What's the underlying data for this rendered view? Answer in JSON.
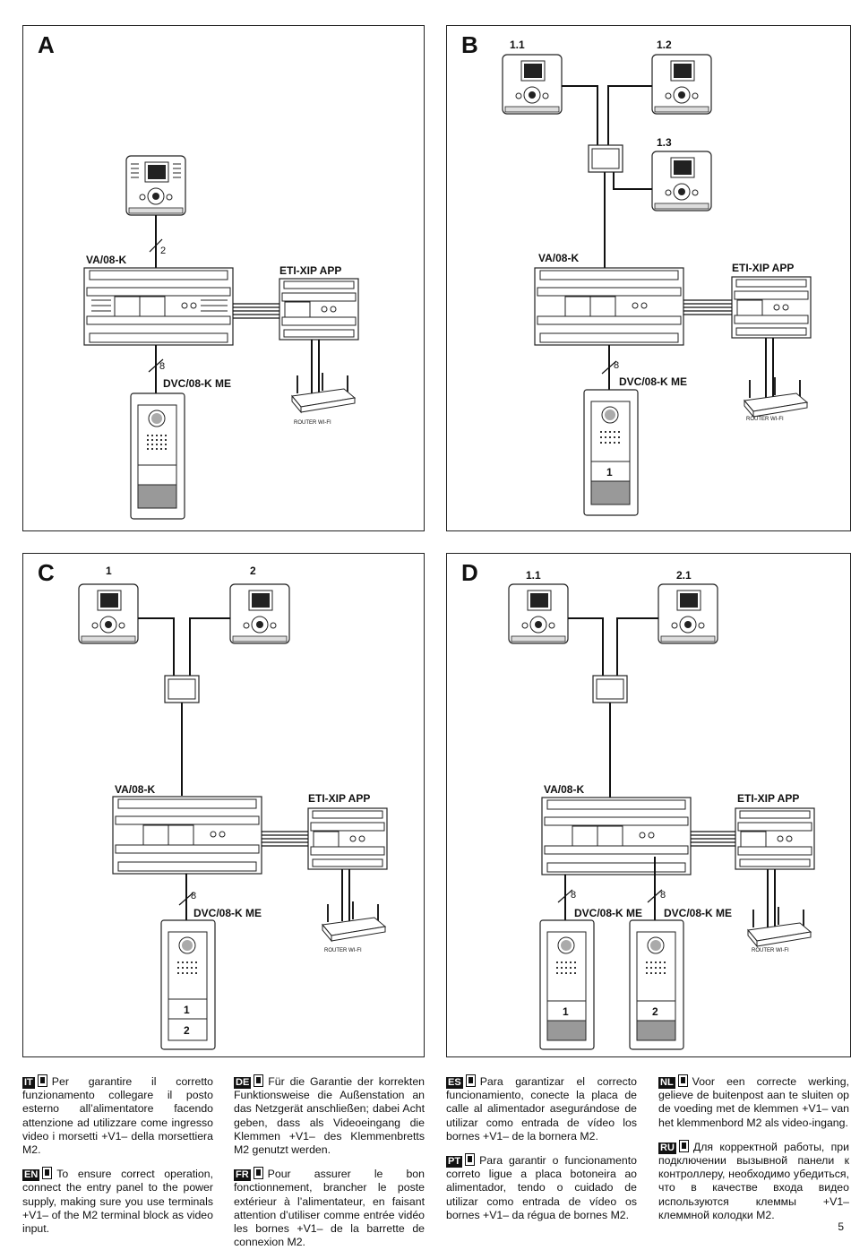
{
  "panels": {
    "A": {
      "title": "A",
      "va": "VA/08-K",
      "eti": "ETI-XIP APP",
      "router": "ROUTER WI-FI",
      "dvc": "DVC/08-K ME",
      "wires_monitor": "2",
      "wires_panel": "8"
    },
    "B": {
      "title": "B",
      "va": "VA/08-K",
      "eti": "ETI-XIP APP",
      "router": "ROUTER WI-FI",
      "dvc": "DVC/08-K ME",
      "wires_panel": "8",
      "monitors": [
        "1.1",
        "1.2",
        "1.3"
      ],
      "buttons": [
        "1"
      ]
    },
    "C": {
      "title": "C",
      "va": "VA/08-K",
      "eti": "ETI-XIP APP",
      "router": "ROUTER WI-FI",
      "dvc": "DVC/08-K ME",
      "wires_panel": "8",
      "monitors": [
        "1",
        "2"
      ],
      "buttons": [
        "1",
        "2"
      ]
    },
    "D": {
      "title": "D",
      "va": "VA/08-K",
      "eti": "ETI-XIP APP",
      "router": "ROUTER WI-FI",
      "dvc1": "DVC/08-K ME",
      "dvc2": "DVC/08-K ME",
      "wires_panel1": "8",
      "wires_panel2": "8",
      "monitors": [
        "1.1",
        "2.1"
      ],
      "buttons": [
        "1",
        "2"
      ]
    }
  },
  "text": {
    "it": {
      "code": "IT",
      "body": "Per garantire il corretto funzionamento collegare il posto esterno all’alimentatore facendo attenzione ad utilizzare come ingresso video i morsetti +V1– della morsettiera M2."
    },
    "en": {
      "code": "EN",
      "body": "To ensure correct operation, connect the entry panel to the power supply, making sure you use terminals +V1– of the M2 terminal block as video input."
    },
    "de": {
      "code": "DE",
      "body": "Für die Garantie der korrekten Funktionsweise die Außenstation an das Netzgerät anschließen; dabei Acht geben, dass als Videoeingang die Klemmen +V1– des Klemmenbretts M2 genutzt werden."
    },
    "fr": {
      "code": "FR",
      "body": "Pour assurer le bon fonctionnement, brancher le poste extérieur à l’alimentateur, en faisant attention d’utiliser comme entrée vidéo les bornes +V1– de la barrette de connexion M2."
    },
    "es": {
      "code": "ES",
      "body": "Para garantizar el correcto funcionamiento, conecte la placa de calle al alimentador asegurándose de utilizar como entrada de vídeo los bornes +V1– de la bornera M2."
    },
    "pt": {
      "code": "PT",
      "body": "Para garantir o funcionamento correto ligue a placa botoneira ao alimentador, tendo o cuidado de utilizar como entrada de vídeo os bornes +V1– da régua de bornes M2."
    },
    "nl": {
      "code": "NL",
      "body": "Voor een correcte werking, gelieve de buitenpost aan te sluiten op de voeding met de klemmen +V1– van het klemmenbord M2 als video-ingang."
    },
    "ru": {
      "code": "RU",
      "body": "Для корректной работы, при подключении вызывной панели к контроллеру, необходимо убедиться, что в качестве входа видео используются клеммы +V1– клеммной колодки M2."
    }
  },
  "page_number": "5"
}
